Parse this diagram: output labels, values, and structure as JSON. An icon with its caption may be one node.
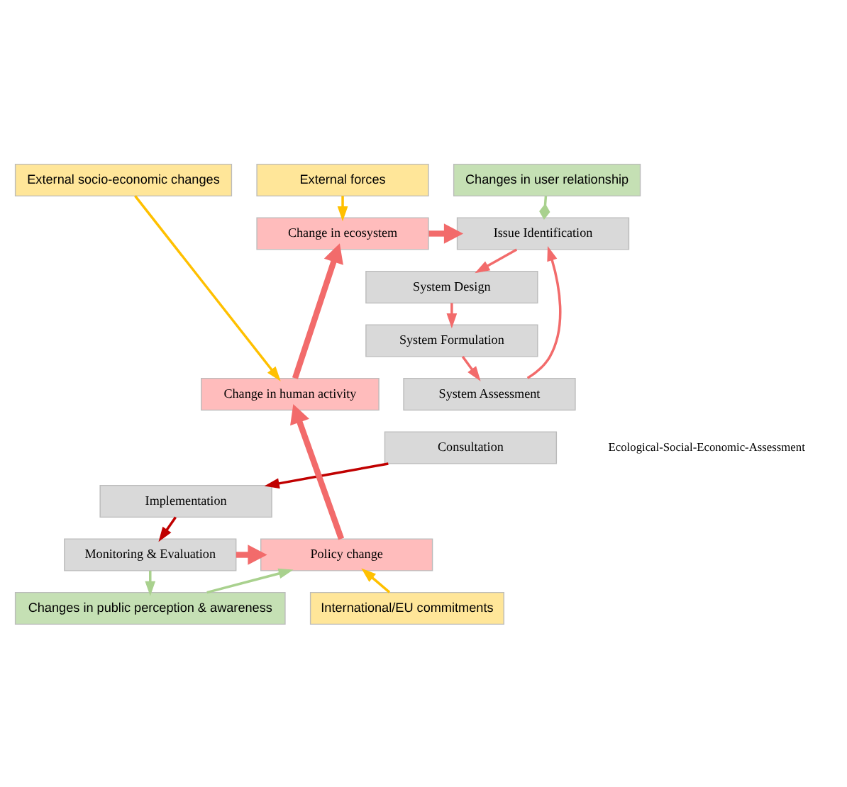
{
  "diagram": {
    "nodes": [
      {
        "text": [
          "Changes in user relationship"
        ]
      },
      {
        "text": [
          "Issue Identification"
        ]
      },
      {
        "text": [
          "System Design"
        ]
      },
      {
        "text": [
          "System Formulation"
        ]
      },
      {
        "text": [
          "System Assessment"
        ]
      },
      {
        "text": [
          "Consultation"
        ]
      },
      {
        "text": [
          "Implementation"
        ]
      },
      {
        "text": [
          "Monitoring & Evaluation"
        ]
      },
      {
        "text": [
          "Changes in public perception & awareness"
        ]
      },
      {
        "text": [
          "External forces"
        ]
      },
      {
        "text": [
          "External socio-economic changes"
        ]
      },
      {
        "text": [
          "Change in ecosystem"
        ]
      },
      {
        "text": [
          "Change in human activity"
        ]
      },
      {
        "text": [
          "Policy change"
        ]
      },
      {
        "text": [
          "International/EU commitments"
        ]
      }
    ],
    "edges": [
      {
        "from": 0,
        "to": 1,
        "arrow": "other",
        "color": "#a9d18e"
      },
      {
        "from": 1,
        "to": 2,
        "arrow": "to"
      },
      {
        "from": 2,
        "to": 3,
        "arrow": "to"
      },
      {
        "from": 3,
        "to": 4,
        "arrow": "to"
      },
      {
        "from": 4,
        "to": 1,
        "arrow": "to"
      },
      {
        "from": 5,
        "to": 6,
        "arrow": "to",
        "color": "#c00000"
      },
      {
        "from": 6,
        "to": 7,
        "arrow": "to",
        "color": "#c00000"
      },
      {
        "from": 7,
        "to": 8,
        "arrow": "to",
        "color": "#a9d18e"
      },
      {
        "from": 7,
        "to": 13,
        "arrow": "to",
        "style": "thick"
      },
      {
        "from": 13,
        "to": 12,
        "arrow": "to",
        "style": "thick"
      },
      {
        "from": 12,
        "to": 11,
        "arrow": "to",
        "style": "thick"
      },
      {
        "from": 11,
        "to": 1,
        "arrow": "to",
        "style": "thick"
      },
      {
        "from": 8,
        "to": 13,
        "arrow": "to",
        "color": "#a9d18e"
      },
      {
        "from": 9,
        "to": 11,
        "arrow": "to",
        "color": "#ffc000"
      },
      {
        "from": 10,
        "to": 12,
        "arrow": "to",
        "color": "#ffc000"
      },
      {
        "from": 14,
        "to": 13,
        "arrow": "to",
        "color": "#ffc000"
      }
    ],
    "labels": [
      "Ecological-Social-Economic-Assessment"
    ]
  }
}
